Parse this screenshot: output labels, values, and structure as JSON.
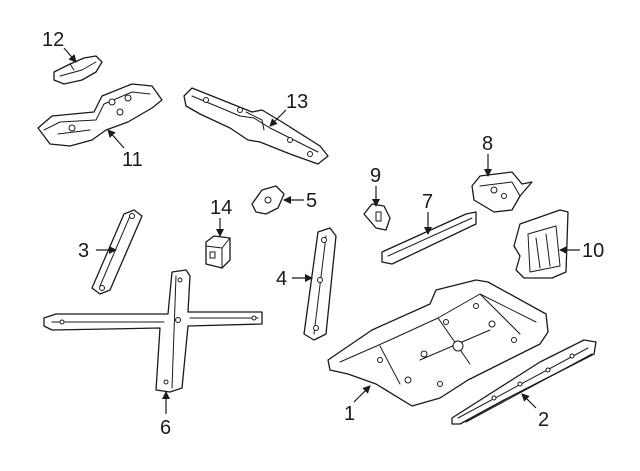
{
  "diagram": {
    "callouts": {
      "c1": "1",
      "c2": "2",
      "c3": "3",
      "c4": "4",
      "c5": "5",
      "c6": "6",
      "c7": "7",
      "c8": "8",
      "c9": "9",
      "c10": "10",
      "c11": "11",
      "c12": "12",
      "c13": "13",
      "c14": "14"
    },
    "colors": {
      "line": "#1a1a1a",
      "background": "#ffffff"
    }
  }
}
